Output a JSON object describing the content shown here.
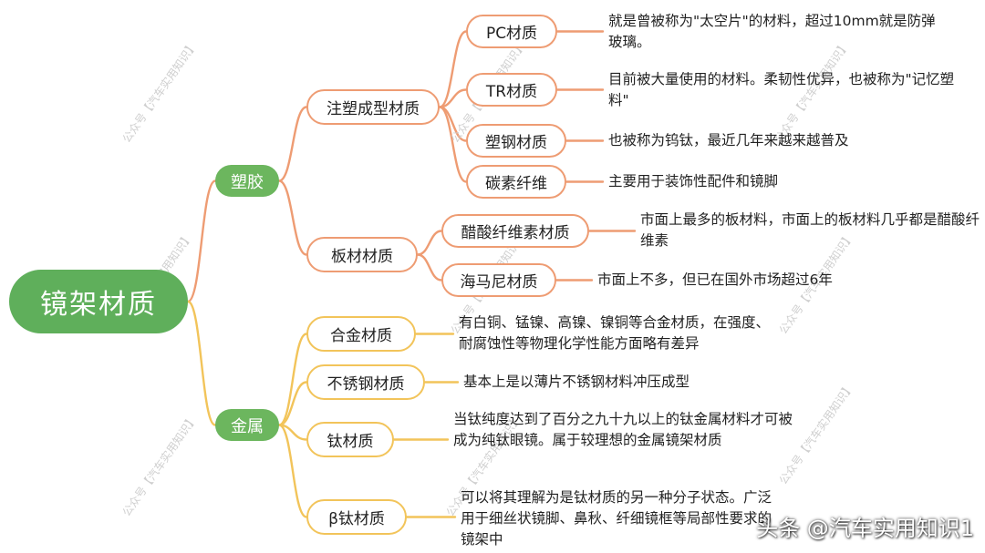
{
  "root": {
    "label": "镜架材质"
  },
  "branches": [
    {
      "label": "塑胶",
      "children": [
        {
          "label": "注塑成型材质",
          "children": [
            {
              "label": "PC材质",
              "desc": "就是曾被称为\"太空片\"的材料，超过10mm就是防弹玻璃。"
            },
            {
              "label": "TR材质",
              "desc": "目前被大量使用的材料。柔韧性优异，也被称为\"记忆塑料\""
            },
            {
              "label": "塑钢材质",
              "desc": "也被称为钨钛，最近几年来越来越普及"
            },
            {
              "label": "碳素纤维",
              "desc": "主要用于装饰性配件和镜脚"
            }
          ]
        },
        {
          "label": "板材材质",
          "children": [
            {
              "label": "醋酸纤维素材质",
              "desc": "市面上最多的板材料，市面上的板材料几乎都是醋酸纤维素"
            },
            {
              "label": "海马尼材质",
              "desc": "市面上不多，但已在国外市场超过6年"
            }
          ]
        }
      ]
    },
    {
      "label": "金属",
      "children": [
        {
          "label": "合金材质",
          "desc": "有白铜、锰镍、高镍、镍铜等合金材质，在强度、耐腐蚀性等物理化学性能方面略有差异"
        },
        {
          "label": "不锈钢材质",
          "desc": "基本上是以薄片不锈钢材料冲压成型"
        },
        {
          "label": "钛材质",
          "desc": "当钛纯度达到了百分之九十九以上的钛金属材料才可被成为纯钛眼镜。属于较理想的金属镜架材质"
        },
        {
          "label": "β钛材质",
          "desc": "可以将其理解为是钛材质的另一种分子状态。广泛用于细丝状镜脚、鼻秋、纤细镜框等局部性要求的镜架中"
        }
      ]
    }
  ],
  "watermark": "公众号【汽车实用知识】",
  "credit": "头条 @汽车实用知识1",
  "colors": {
    "green": "#5faf5b",
    "green_light": "#6cb65e",
    "orange": "#ee9c73",
    "gold": "#f2c45a"
  }
}
